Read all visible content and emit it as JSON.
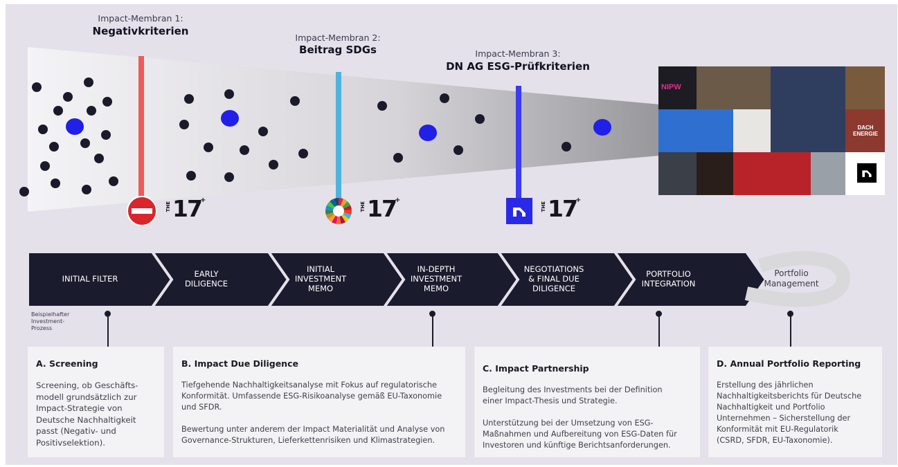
{
  "membranes": [
    {
      "small": "Impact-Membran 1:",
      "big": "Negativkriterien",
      "color": "#ef5a5a"
    },
    {
      "small": "Impact-Membran 2:",
      "big": "Beitrag SDGs",
      "color": "#4fb3dd"
    },
    {
      "small": "Impact-Membran 3:",
      "big": "DN AG ESG-Prüfkriterien",
      "color": "#3b3bf0"
    }
  ],
  "logos": [
    {
      "the": "THE",
      "num": "17",
      "plus": "+"
    },
    {
      "the": "THE",
      "num": "17",
      "plus": "+"
    },
    {
      "the": "THE",
      "num": "17",
      "plus": "+"
    }
  ],
  "portfolio_tiles": [
    {
      "text": "NIPW",
      "color": "#1c1c22"
    },
    {
      "text": "",
      "color": "#6b5a48"
    },
    {
      "text": "",
      "color": "#2f3e5e"
    },
    {
      "text": "",
      "color": "#7a5a3c"
    },
    {
      "text": "",
      "color": "#2e6fd0"
    },
    {
      "text": "",
      "color": "#e8e6e2"
    },
    {
      "text": "DACH ENERGIE",
      "color": "#8c3a30"
    },
    {
      "text": "",
      "color": "#3a3f48"
    },
    {
      "text": "",
      "color": "#2a1e1a"
    },
    {
      "text": "",
      "color": "#b8232a"
    },
    {
      "text": "",
      "color": "#9aa0a8"
    },
    {
      "text": "",
      "color": "#1b1b28"
    }
  ],
  "process_steps": [
    "INITIAL FILTER",
    "EARLY\nDILIGENCE",
    "INITIAL\nINVESTMENT\nMEMO",
    "IN-DEPTH\nINVESTMENT\nMEMO",
    "NEGOTIATIONS\n& FINAL DUE\nDILIGENCE",
    "PORTFOLIO\nINTEGRATION"
  ],
  "portfolio_management": "Portfolio\nManagement",
  "process_caption": "Beispielhafter\nInvestment-\nProzess",
  "cards": [
    {
      "title": "A. Screening",
      "body": "Screening, ob Geschäfts-\nmodell grundsätzlich zur\nImpact-Strategie von\nDeutsche Nachhaltigkeit\npasst (Negativ- und\nPositivselektion)."
    },
    {
      "title": "B. Impact Due Diligence",
      "body": "Tiefgehende Nachhaltigkeitsanalyse mit Fokus auf regulatorische\nKonformität. Umfassende ESG-Risikoanalyse gemäß EU-Taxonomie\nund SFDR.\n\nBewertung unter anderem der Impact Materialität und Analyse von\nGovernance-Strukturen, Lieferkettenrisiken und Klimastrategien."
    },
    {
      "title": "C. Impact Partnership",
      "body": "Begleitung des Investments bei der Definition\neiner Impact-Thesis und Strategie.\n\nUnterstützung bei der Umsetzung von ESG-\nMaßnahmen und Aufbereitung von ESG-Daten für\nInvestoren und künftige Berichtsanforderungen."
    },
    {
      "title": "D. Annual Portfolio Reporting",
      "body": "Erstellung des jährlichen\nNachhaltigkeitsberichts für Deutsche\nNachhaltigkeit und Portfolio\nUnternehmen – Sicherstellung der\nKonformität mit EU-Regulatorik\n(CSRD, SFDR, EU-Taxonomie)."
    }
  ],
  "colors": {
    "background": "#e4e1ea",
    "chevron": "#1b1b2e",
    "dot": "#1a1a2a",
    "highlight_dot": "#2020e8",
    "card": "#f3f2f4"
  }
}
